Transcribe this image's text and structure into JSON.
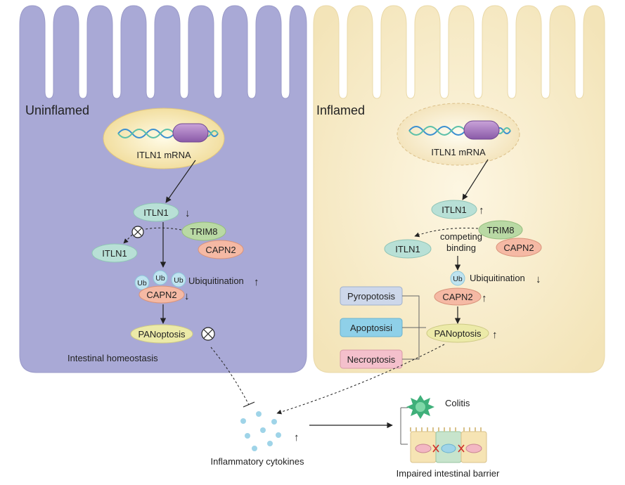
{
  "left_panel": {
    "title": "Uninflamed",
    "mrna_label": "ITLN1 mRNA",
    "itln1_label": "ITLN1",
    "itln1_arrow": "↓",
    "trim8_label": "TRIM8",
    "itln1_free_label": "ITLN1",
    "capn2_label": "CAPN2",
    "ub_labels": [
      "Ub",
      "Ub",
      "Ub"
    ],
    "ubiquitination_label": "Ubiquitination",
    "ubiquitination_arrow": "↑",
    "capn2_main_label": "CAPN2",
    "capn2_main_arrow": "↓",
    "panoptosis_label": "PANoptosis",
    "homeostasis_label": "Intestinal homeostasis"
  },
  "right_panel": {
    "title": "Inflamed",
    "mrna_label": "ITLN1 mRNA",
    "itln1_label": "ITLN1",
    "itln1_arrow": "↑",
    "trim8_label": "TRIM8",
    "competing_label_1": "competing",
    "competing_label_2": "binding",
    "itln1_free_label": "ITLN1",
    "capn2_label": "CAPN2",
    "ub_label": "Ub",
    "ubiquitination_label": "Ubiquitination",
    "ubiquitination_arrow": "↓",
    "capn2_main_label": "CAPN2",
    "capn2_main_arrow": "↑",
    "panoptosis_label": "PANoptosis",
    "panoptosis_arrow": "↑",
    "death_types": [
      "Pyropotosis",
      "Apoptosisi",
      "Necroptosis"
    ]
  },
  "bottom": {
    "cytokines_label": "Inflammatory cytokines",
    "cytokines_arrow": "↑",
    "colitis_label": "Colitis",
    "barrier_label": "Impaired intestinal barrier"
  },
  "colors": {
    "left_cell": "#a9a9d6",
    "right_cell": "#f8ecc8",
    "itln1": "#b8e0d6",
    "trim8": "#b9d9a4",
    "capn2": "#f5b9a4",
    "ub": "#bfe3ef",
    "panoptosis": "#eceaa8",
    "pyroptosis": "#cdd7ea",
    "apoptosis": "#8fd0e8",
    "necroptosis": "#f4c0cc",
    "cytokine": "#9fd4e8",
    "colitis": "#3fb07a"
  }
}
